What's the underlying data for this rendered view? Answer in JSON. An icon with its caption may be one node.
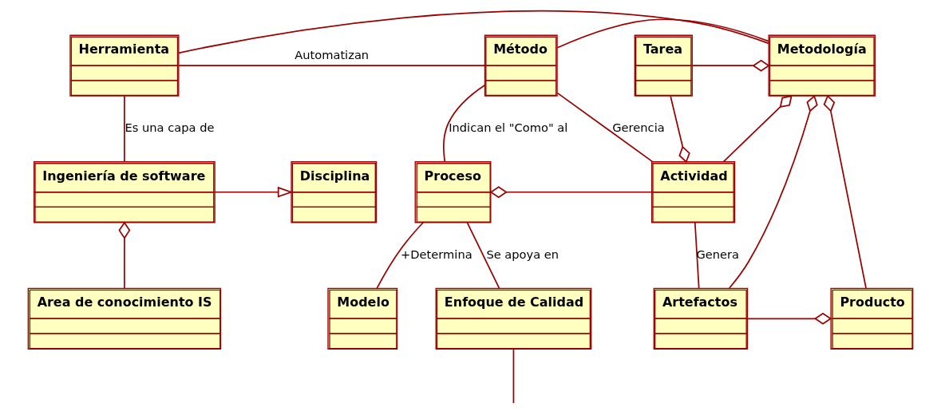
{
  "diagram": {
    "nodes": [
      {
        "text": [
          "Herramienta"
        ]
      },
      {
        "text": [
          "Método"
        ]
      },
      {
        "text": [
          "Tarea"
        ]
      },
      {
        "text": [
          "Metodología"
        ]
      },
      {
        "text": [
          "Disciplina"
        ]
      },
      {
        "text": [
          "Ingeniería de software"
        ]
      },
      {
        "text": [
          "Proceso"
        ]
      },
      {
        "text": [
          "Actividad"
        ]
      },
      {
        "text": [
          "Area de conocimiento IS"
        ]
      },
      {
        "text": [
          "Modelo"
        ]
      },
      {
        "text": [
          "Enfoque de Calidad"
        ]
      },
      {
        "text": [
          "Artefactos"
        ]
      },
      {
        "text": [
          "Producto"
        ]
      }
    ],
    "edges": [
      {
        "from": 0,
        "to": 3,
        "arrow": "none"
      },
      {
        "from": 1,
        "to": 3,
        "arrow": "none"
      },
      {
        "from": 0,
        "to": 1,
        "label": "Automatizan",
        "arrow": "none"
      },
      {
        "from": 2,
        "to": 3,
        "arrow": "other"
      },
      {
        "from": 0,
        "to": 5,
        "label": "Es una capa de",
        "arrow": "none"
      },
      {
        "from": 1,
        "to": 6,
        "label": "Indican el \"Como\" al",
        "arrow": "none"
      },
      {
        "from": 1,
        "to": 7,
        "label": "Gerencia",
        "arrow": "none"
      },
      {
        "from": 2,
        "to": 7,
        "arrow": "other"
      },
      {
        "from": 5,
        "to": 4,
        "arrow": "to"
      },
      {
        "from": 7,
        "to": 6,
        "arrow": "other"
      },
      {
        "from": 7,
        "to": 3,
        "arrow": "other"
      },
      {
        "from": 8,
        "to": 5,
        "arrow": "other"
      },
      {
        "from": 6,
        "to": 9,
        "label": "+Determina",
        "arrow": "none"
      },
      {
        "from": 6,
        "to": 10,
        "label": "Se apoya en",
        "arrow": "none"
      },
      {
        "from": 7,
        "to": 11,
        "label": "Genera",
        "arrow": "none"
      },
      {
        "from": 11,
        "to": 3,
        "arrow": "other"
      },
      {
        "from": 11,
        "to": 12,
        "arrow": "other"
      },
      {
        "from": 12,
        "to": 3,
        "arrow": "other"
      },
      {
        "from": 10,
        "to": null,
        "arrow": "none"
      }
    ]
  }
}
